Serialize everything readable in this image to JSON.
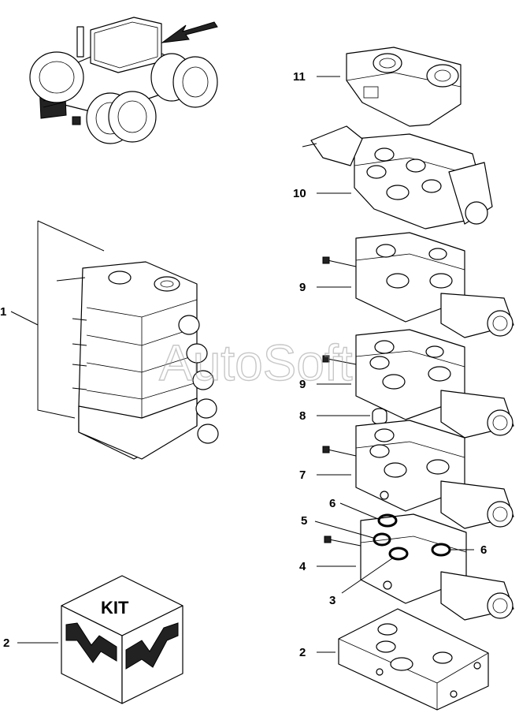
{
  "watermark": "AutoSoft",
  "kit_label": "KIT",
  "callouts": {
    "c11": "11",
    "c10": "10",
    "c9a": "9",
    "c9b": "9",
    "c8": "8",
    "c7": "7",
    "c6a": "6",
    "c6b": "6",
    "c5": "5",
    "c4": "4",
    "c3": "3",
    "c2_base": "2",
    "c2_kit": "2",
    "c1": "1"
  }
}
